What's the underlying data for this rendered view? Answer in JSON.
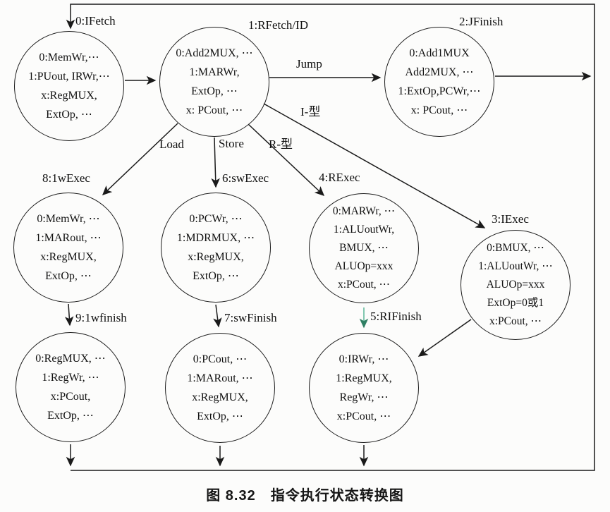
{
  "caption": "图 8.32　指令执行状态转换图",
  "colors": {
    "line": "#1a1a1a",
    "highlight_arrow": "#58b796",
    "background": "#fcfcfb"
  },
  "edge_labels": {
    "jump": "Jump",
    "i_type": "I-型",
    "r_type": "R-型",
    "store": "Store",
    "load": "Load"
  },
  "states": [
    {
      "label": "0:IFetch",
      "lines": [
        "0:MemWr,⋯",
        "1:PUout, IRWr,⋯",
        "x:RegMUX,",
        "ExtOp, ⋯"
      ]
    },
    {
      "label": "1:RFetch/ID",
      "lines": [
        "0:Add2MUX, ⋯",
        "1:MARWr,",
        "ExtOp, ⋯",
        "x: PCout, ⋯"
      ]
    },
    {
      "label": "2:JFinish",
      "lines": [
        "0:Add1MUX",
        "Add2MUX, ⋯",
        "1:ExtOp,PCWr,⋯",
        "x: PCout, ⋯"
      ]
    },
    {
      "label": "8:1wExec",
      "lines": [
        "0:MemWr, ⋯",
        "1:MARout, ⋯",
        "x:RegMUX,",
        "ExtOp, ⋯"
      ]
    },
    {
      "label": "6:swExec",
      "lines": [
        "0:PCWr, ⋯",
        "1:MDRMUX, ⋯",
        "x:RegMUX,",
        "ExtOp, ⋯"
      ]
    },
    {
      "label": "4:RExec",
      "lines": [
        "0:MARWr, ⋯",
        "1:ALUoutWr,",
        "BMUX, ⋯",
        "ALUOp=xxx",
        "x:PCout, ⋯"
      ]
    },
    {
      "label": "3:IExec",
      "lines": [
        "0:BMUX, ⋯",
        "1:ALUoutWr, ⋯",
        "ALUOp=xxx",
        "ExtOp=0或1",
        "x:PCout, ⋯"
      ]
    },
    {
      "label": "9:1wfinish",
      "lines": [
        "0:RegMUX, ⋯",
        "1:RegWr, ⋯",
        "x:PCout,",
        "ExtOp, ⋯"
      ]
    },
    {
      "label": "7:swFinish",
      "lines": [
        "0:PCout, ⋯",
        "1:MARout, ⋯",
        "x:RegMUX,",
        "ExtOp, ⋯"
      ]
    },
    {
      "label": "5:RIFinish",
      "lines": [
        "0:IRWr, ⋯",
        "1:RegMUX,",
        "RegWr, ⋯",
        "x:PCout, ⋯"
      ]
    }
  ]
}
